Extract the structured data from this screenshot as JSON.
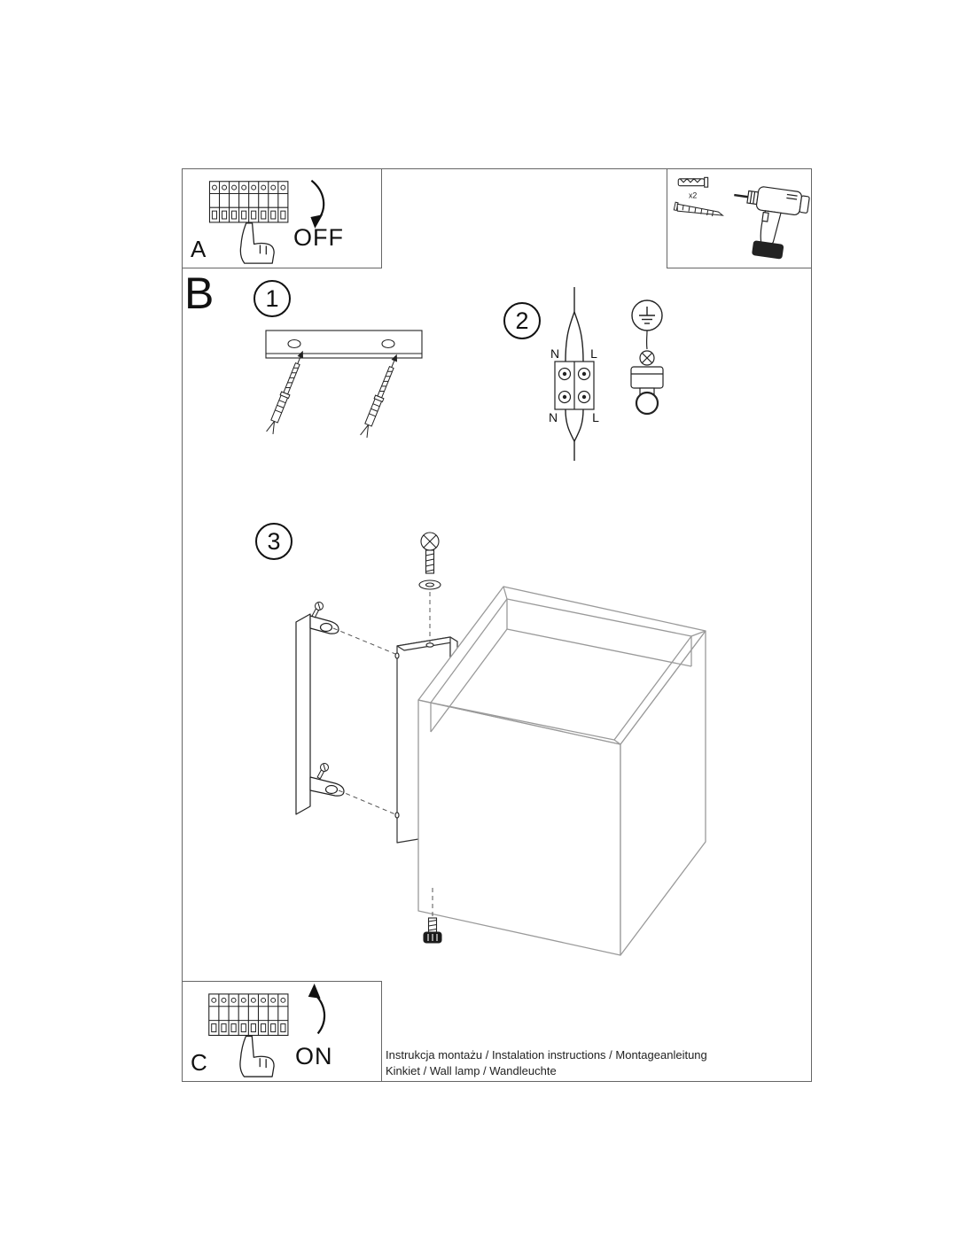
{
  "panel_a": {
    "label": "A",
    "action": "OFF"
  },
  "panel_c": {
    "label": "C",
    "action": "ON"
  },
  "tools": {
    "count_label": "x2"
  },
  "section": {
    "label": "B"
  },
  "steps": {
    "one": "1",
    "two": "2",
    "three": "3"
  },
  "wiring": {
    "n_top": "N",
    "l_top": "L",
    "n_bottom": "N",
    "l_bottom": "L"
  },
  "footer": {
    "line1": "Instrukcja montażu / Instalation instructions / Montageanleitung",
    "line2": "Kinkiet  / Wall lamp / Wandleuchte"
  }
}
